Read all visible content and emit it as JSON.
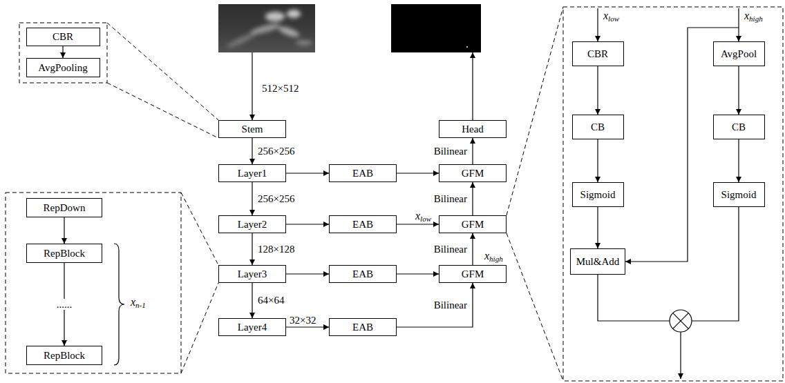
{
  "diagram": {
    "nodes": [
      {
        "text": [
          "Stem"
        ]
      },
      {
        "text": [
          "Layer1"
        ]
      },
      {
        "text": [
          "Layer2"
        ]
      },
      {
        "text": [
          "Layer3"
        ]
      },
      {
        "text": [
          "Layer4"
        ]
      },
      {
        "text": [
          "EAB"
        ]
      },
      {
        "text": [
          "EAB"
        ]
      },
      {
        "text": [
          "EAB"
        ]
      },
      {
        "text": [
          "EAB"
        ]
      },
      {
        "text": [
          "Head"
        ]
      },
      {
        "text": [
          "GFM"
        ]
      },
      {
        "text": [
          "GFM"
        ]
      },
      {
        "text": [
          "GFM"
        ]
      },
      {
        "text": [
          "CBR"
        ]
      },
      {
        "text": [
          "AvgPooling"
        ]
      },
      {
        "text": [
          "RepDown"
        ]
      },
      {
        "text": [
          "RepBlock"
        ]
      },
      {
        "text": [
          "RepBlock"
        ]
      },
      {
        "text": [
          "CBR"
        ]
      },
      {
        "text": [
          "CB"
        ]
      },
      {
        "text": [
          "Sigmoid"
        ]
      },
      {
        "text": [
          "Mul&Add"
        ]
      },
      {
        "text": [
          "AvgPool"
        ]
      },
      {
        "text": [
          "CB"
        ]
      },
      {
        "text": [
          "Sigmoid"
        ]
      }
    ],
    "edges": [
      {
        "from": 0,
        "to": 1,
        "arrow": "to",
        "label": "256×256"
      },
      {
        "from": 1,
        "to": 2,
        "arrow": "to",
        "label": "256×256"
      },
      {
        "from": 2,
        "to": 3,
        "arrow": "to",
        "label": "128×128"
      },
      {
        "from": 3,
        "to": 4,
        "arrow": "to",
        "label": "64×64"
      },
      {
        "from": 1,
        "to": 5,
        "arrow": "to"
      },
      {
        "from": 2,
        "to": 6,
        "arrow": "to"
      },
      {
        "from": 3,
        "to": 7,
        "arrow": "to"
      },
      {
        "from": 4,
        "to": 8,
        "arrow": "to",
        "label": "32×32"
      },
      {
        "from": 5,
        "to": 10,
        "arrow": "to"
      },
      {
        "from": 6,
        "to": 11,
        "arrow": "to",
        "label": "xlow"
      },
      {
        "from": 7,
        "to": 12,
        "arrow": "to"
      },
      {
        "from": 8,
        "to": 12,
        "arrow": "to",
        "label": "Bilinear"
      },
      {
        "from": 12,
        "to": 11,
        "arrow": "to",
        "label": "Bilinear"
      },
      {
        "from": 11,
        "to": 10,
        "arrow": "to",
        "label": "Bilinear"
      },
      {
        "from": 10,
        "to": 9,
        "arrow": "to",
        "label": "Bilinear"
      },
      {
        "from": 13,
        "to": 14,
        "arrow": "to"
      },
      {
        "from": 15,
        "to": 16,
        "arrow": "to"
      },
      {
        "from": 16,
        "to": 17,
        "arrow": "to",
        "label": "......"
      },
      {
        "from": 18,
        "to": 19,
        "arrow": "to"
      },
      {
        "from": 19,
        "to": 20,
        "arrow": "to"
      },
      {
        "from": 20,
        "to": 21,
        "arrow": "to"
      },
      {
        "from": 22,
        "to": 23,
        "arrow": "to"
      },
      {
        "from": 23,
        "to": 24,
        "arrow": "to"
      }
    ],
    "labels": [
      "512×512",
      "xhigh",
      "xn-1",
      "xlow",
      "xhigh"
    ]
  }
}
